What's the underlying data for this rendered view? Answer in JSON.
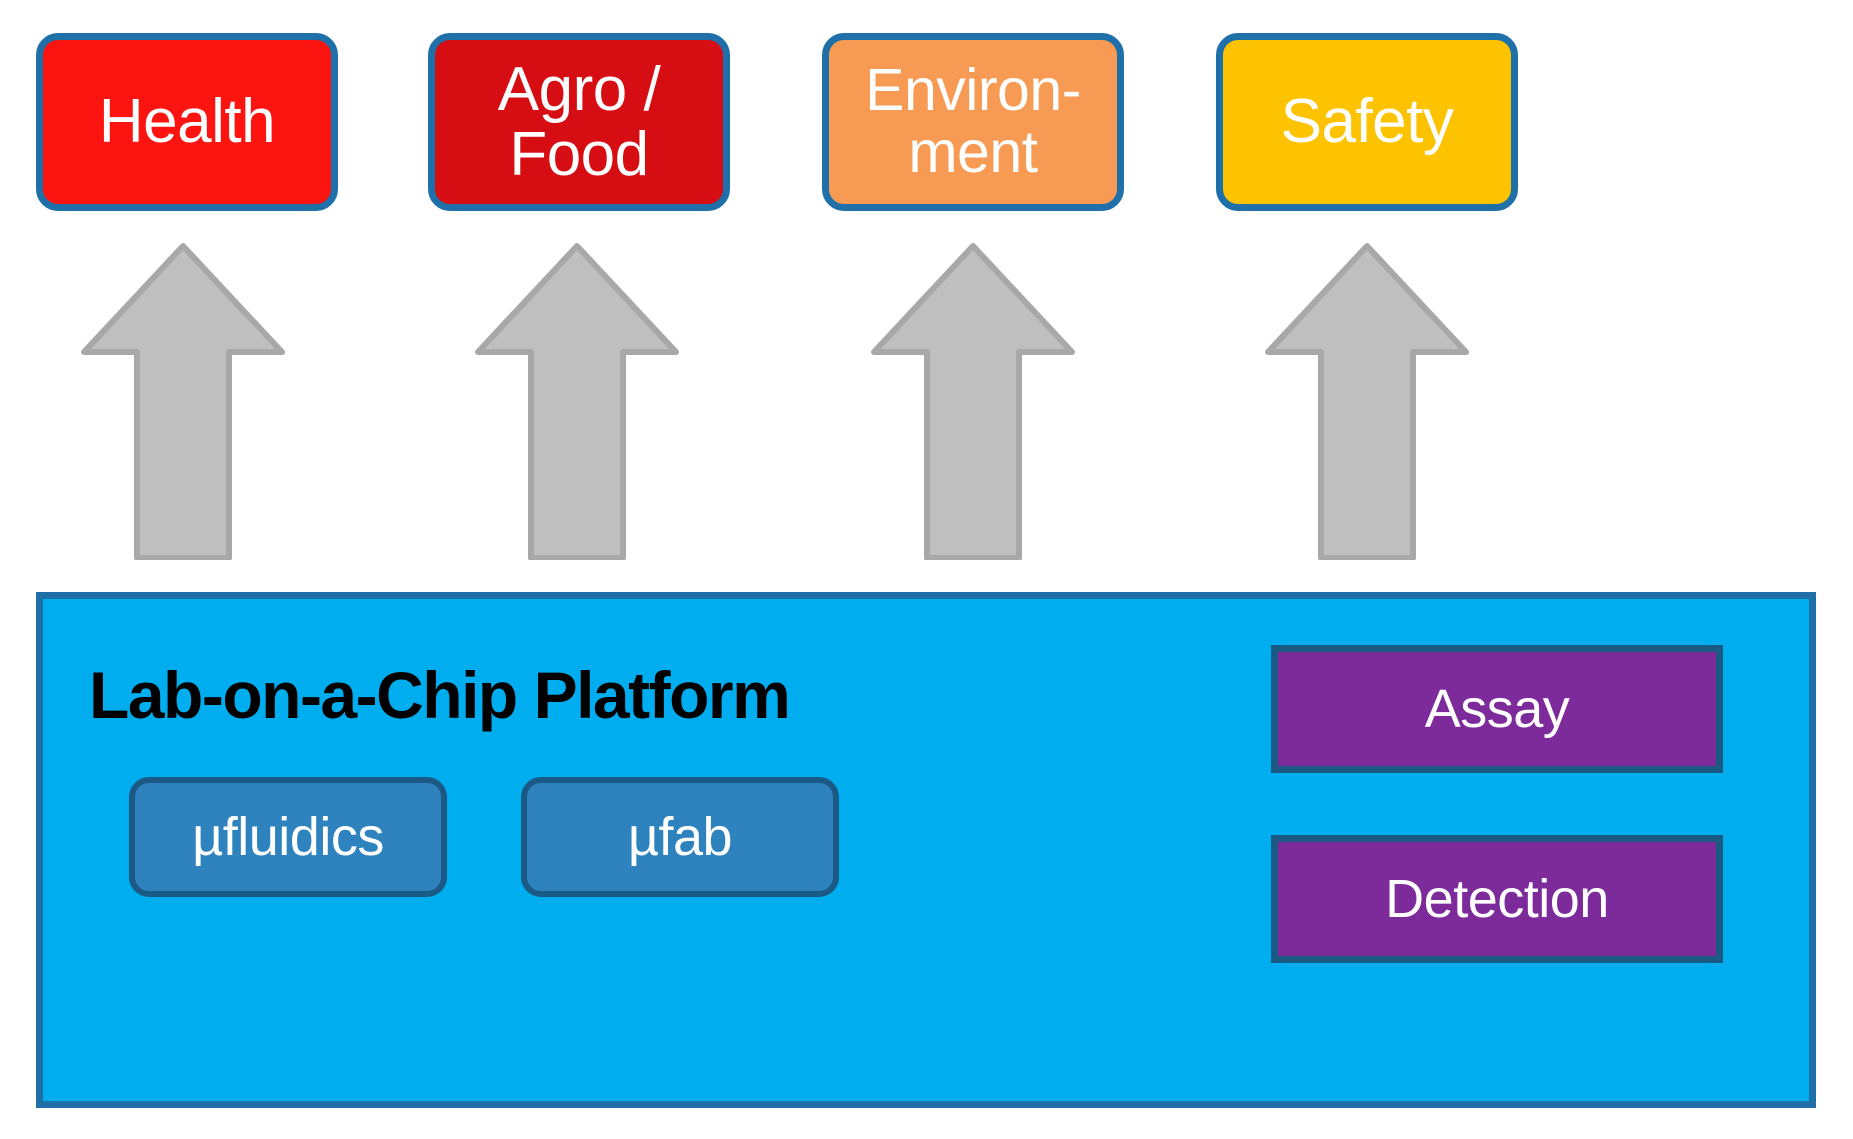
{
  "diagram": {
    "title": "Lab-on-a-Chip Platform",
    "applications": [
      {
        "id": "health",
        "label": "Health",
        "color": "#FC1411"
      },
      {
        "id": "agro-food",
        "label": "Agro /\nFood",
        "color": "#D60D13"
      },
      {
        "id": "environment",
        "label": "Environ-\nment",
        "color": "#F79A53"
      },
      {
        "id": "safety",
        "label": "Safety",
        "color": "#FDC300"
      }
    ],
    "arrows": [
      {
        "id": "arrow-health",
        "direction": "up",
        "color": "#BFBFBF"
      },
      {
        "id": "arrow-agro-food",
        "direction": "up",
        "color": "#BFBFBF"
      },
      {
        "id": "arrow-environment",
        "direction": "up",
        "color": "#BFBFBF"
      },
      {
        "id": "arrow-safety",
        "direction": "up",
        "color": "#BFBFBF"
      }
    ],
    "platform": {
      "title": "Lab-on-a-Chip Platform",
      "background_color": "#00AEEF",
      "border_color": "#1F6FA8",
      "technologies": [
        {
          "id": "microfluidics",
          "label": "µfluidics",
          "color": "#2E82BE"
        },
        {
          "id": "microfab",
          "label": "µfab",
          "color": "#2E82BE"
        }
      ],
      "functions": [
        {
          "id": "assay",
          "label": "Assay",
          "color": "#7D2A9B"
        },
        {
          "id": "detection",
          "label": "Detection",
          "color": "#7D2A9B"
        }
      ]
    },
    "palette": {
      "arrow_fill": "#BFBFBF",
      "arrow_stroke": "#A8A8A8",
      "box_border": "#1F6FA8",
      "title_color": "#000000",
      "label_color": "#FFFFFF",
      "page_background": "#FFFFFF"
    }
  }
}
